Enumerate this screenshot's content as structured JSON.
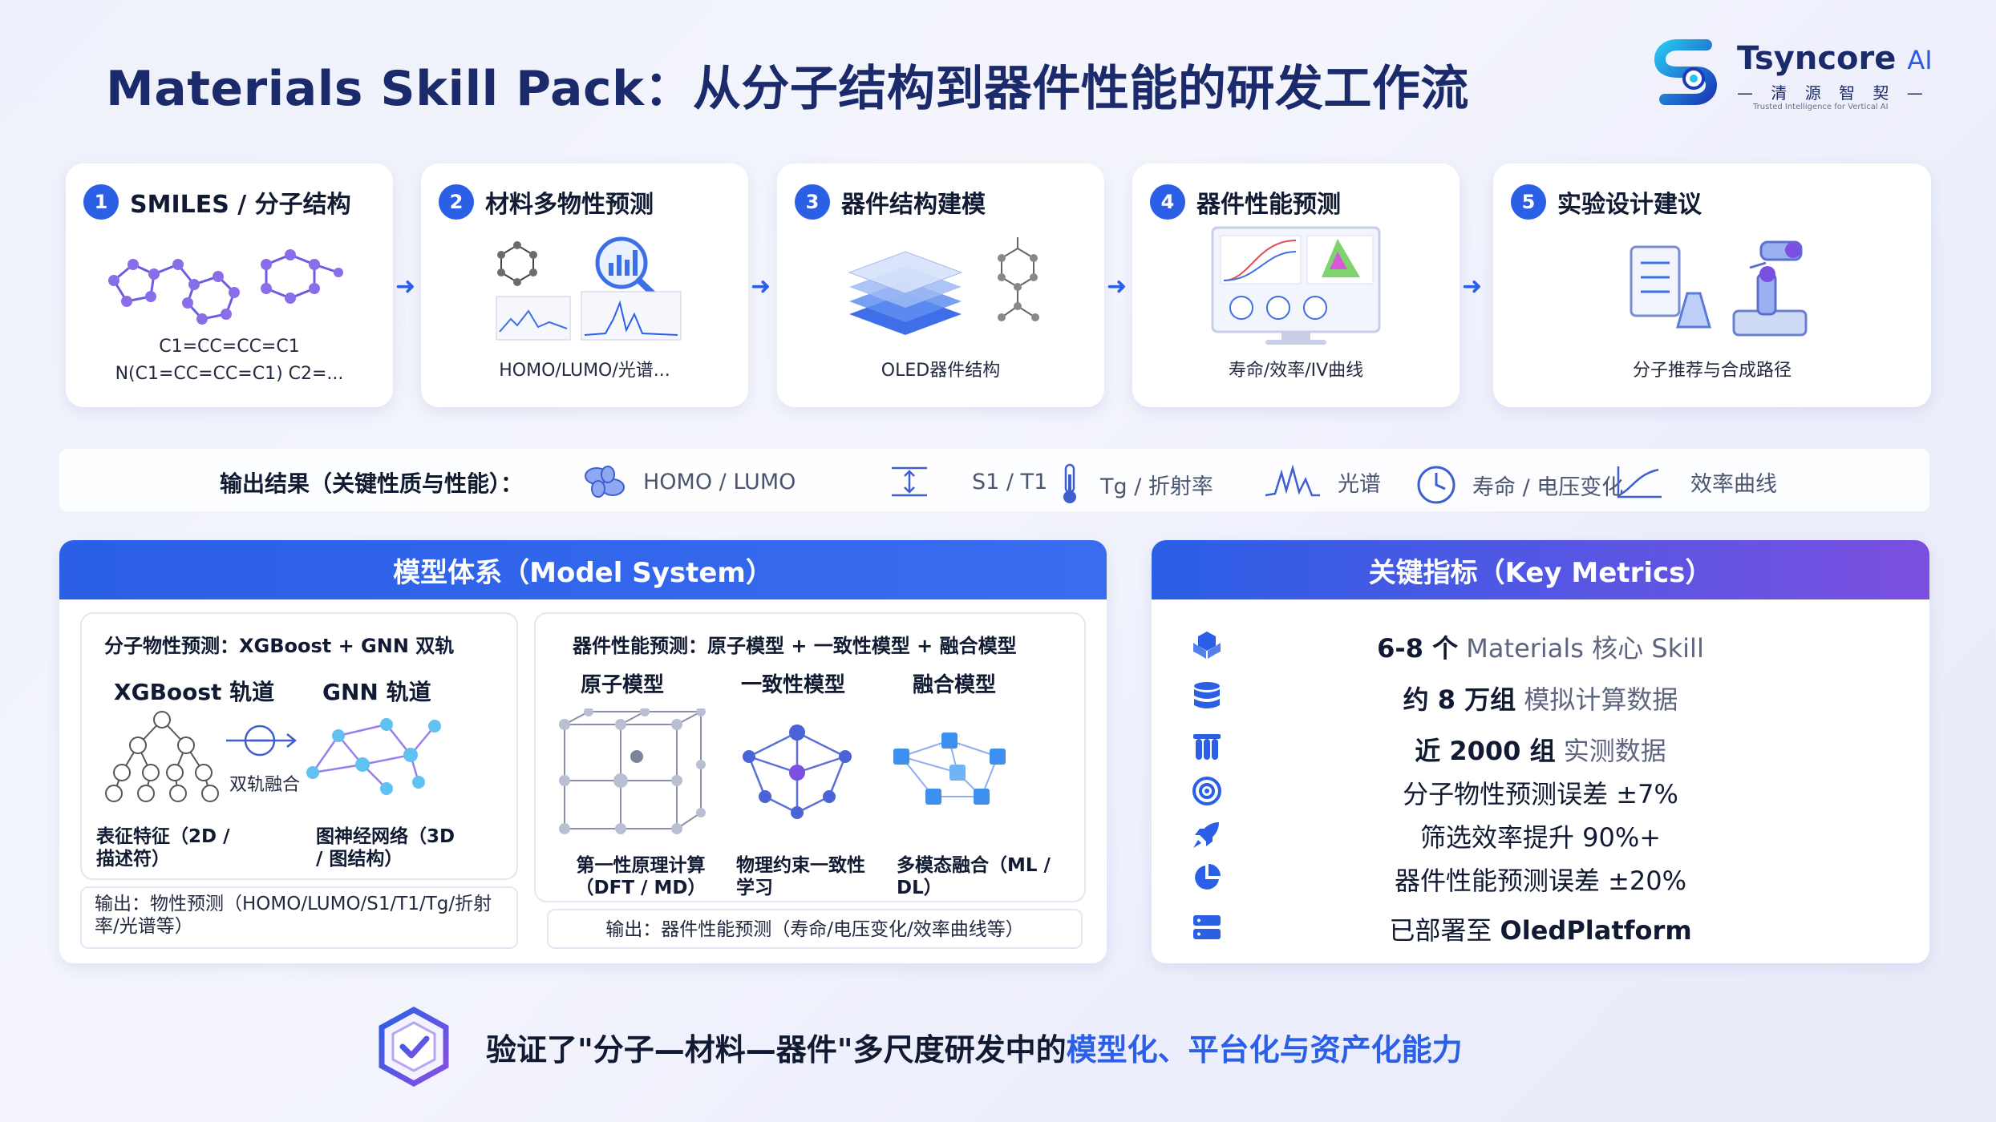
{
  "title": "Materials Skill Pack：从分子结构到器件性能的研发工作流",
  "logo": {
    "name": "Tsyncore",
    "ai": "AI",
    "cn": "— 清 源 智 契 —",
    "tagline": "Trusted Intelligence for Vertical AI"
  },
  "steps": [
    {
      "num": "1",
      "title": "SMILES / 分子结构",
      "caption_lines": [
        "C1=CC=CC=C1",
        "N(C1=CC=CC=C1) C2=..."
      ],
      "icon": "molecule-icon"
    },
    {
      "num": "2",
      "title": "材料多物性预测",
      "caption_lines": [
        "HOMO/LUMO/光谱..."
      ],
      "icon": "analysis-icon"
    },
    {
      "num": "3",
      "title": "器件结构建模",
      "caption_lines": [
        "OLED器件结构"
      ],
      "icon": "layer-stack-icon"
    },
    {
      "num": "4",
      "title": "器件性能预测",
      "caption_lines": [
        "寿命/效率/IV曲线"
      ],
      "icon": "monitor-chart-icon"
    },
    {
      "num": "5",
      "title": "实验设计建议",
      "caption_lines": [
        "分子推荐与合成路径"
      ],
      "icon": "robot-arm-icon"
    }
  ],
  "outputs": {
    "label": "输出结果（关键性质与性能）：",
    "items": [
      {
        "text": "HOMO / LUMO",
        "icon": "orbital-icon"
      },
      {
        "text": "S1 / T1",
        "icon": "energy-gap-icon"
      },
      {
        "text": "Tg / 折射率",
        "icon": "thermometer-icon"
      },
      {
        "text": "光谱",
        "icon": "spectrum-icon"
      },
      {
        "text": "寿命 / 电压变化",
        "icon": "clock-icon"
      },
      {
        "text": "效率曲线",
        "icon": "curve-icon"
      }
    ]
  },
  "model_system": {
    "header": "模型体系（Model System）",
    "left": {
      "title": "分子物性预测：XGBoost + GNN 双轨",
      "track_a": "XGBoost 轨道",
      "track_b": "GNN 轨道",
      "fusion": "双轨融合",
      "label_a": "表征特征（2D / 描述符）",
      "label_b": "图神经网络（3D / 图结构）",
      "output": "输出：物性预测（HOMO/LUMO/S1/T1/Tg/折射率/光谱等）"
    },
    "right": {
      "title": "器件性能预测：原子模型 + 一致性模型 + 融合模型",
      "col_a": "原子模型",
      "col_b": "一致性模型",
      "col_c": "融合模型",
      "label_a": "第一性原理计算（DFT / MD）",
      "label_b": "物理约束一致性学习",
      "label_c": "多模态融合（ML / DL）",
      "output": "输出：器件性能预测（寿命/电压变化/效率曲线等）"
    }
  },
  "key_metrics": {
    "header": "关键指标（Key Metrics）",
    "items": [
      {
        "bold": "6-8 个",
        "rest": " Materials 核心 Skill",
        "icon": "cubes-icon"
      },
      {
        "bold": "约 8 万组",
        "rest": " 模拟计算数据",
        "icon": "database-icon"
      },
      {
        "bold": "近 2000 组",
        "rest": " 实测数据",
        "icon": "test-tubes-icon"
      },
      {
        "bold": "",
        "rest": "分子物性预测误差 ±7%",
        "icon": "target-icon"
      },
      {
        "bold": "",
        "rest": "筛选效率提升 90%+",
        "icon": "rocket-icon"
      },
      {
        "bold": "",
        "rest": "器件性能预测误差 ±20%",
        "icon": "pie-icon"
      },
      {
        "bold": "OledPlatform",
        "prefix": "已部署至 ",
        "icon": "server-icon"
      }
    ]
  },
  "bottom": {
    "normal": "验证了\"分子—材料—器件\"多尺度研发中的",
    "highlight": "模型化、平台化与资产化能力"
  },
  "colors": {
    "accent": "#2a5fe6",
    "title": "#1b2a6b",
    "gradient_end": "#7b4fe0"
  }
}
